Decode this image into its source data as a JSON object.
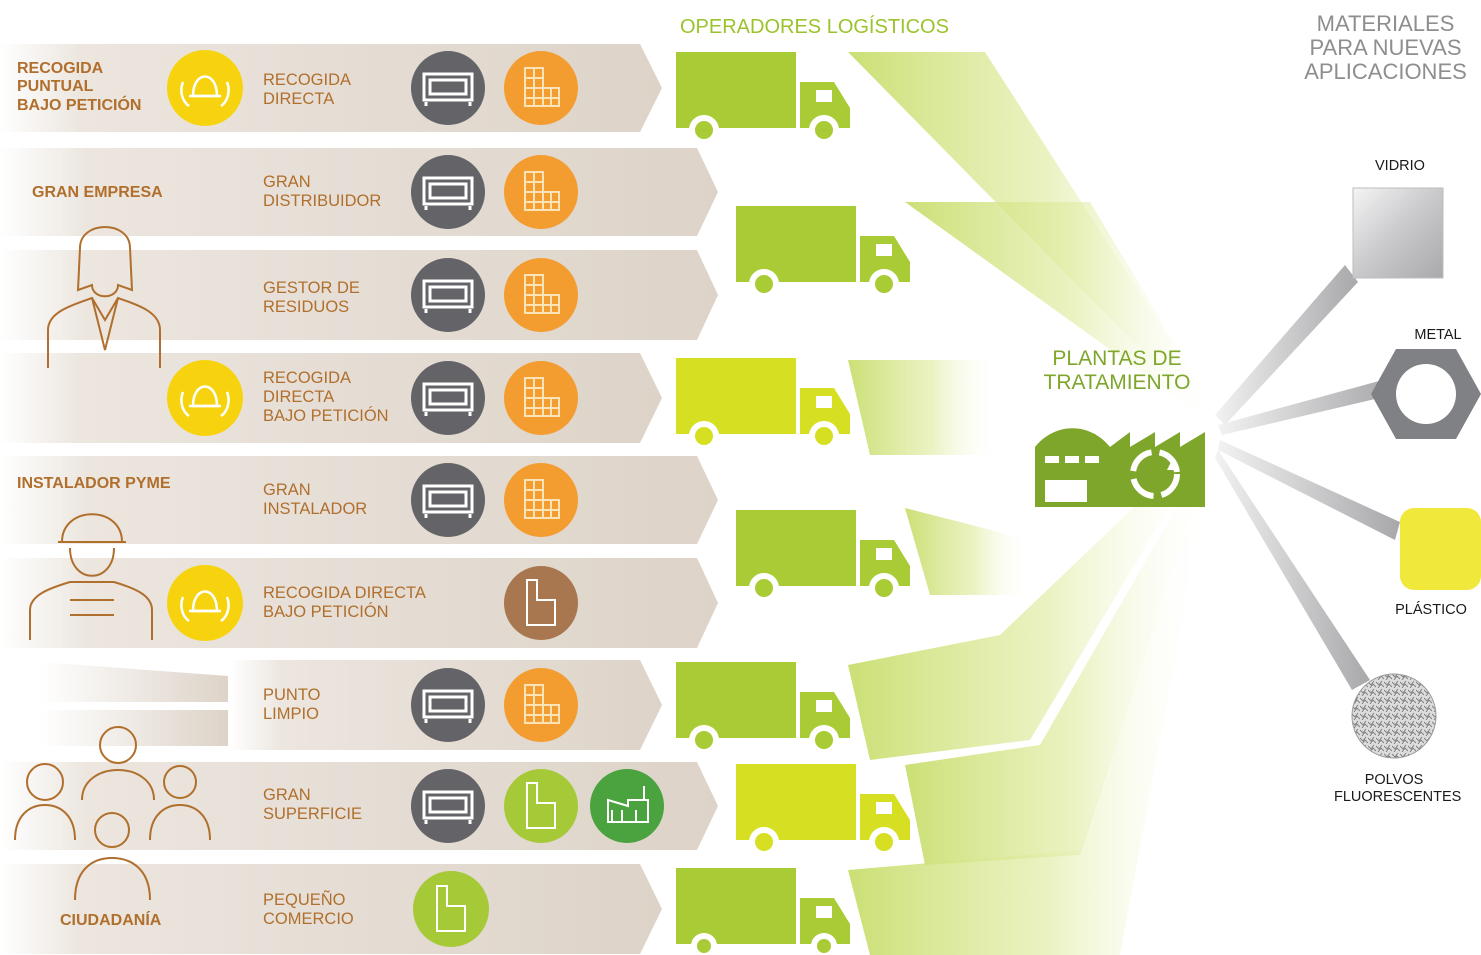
{
  "header": {
    "operators": "OPERADORES LOGÍSTICOS",
    "materials": "MATERIALES\nPARA NUEVAS\nAPLICACIONES"
  },
  "sources": [
    {
      "label": "RECOGIDA\nPUNTUAL\nBAJO PETICIÓN"
    },
    {
      "label": "GRAN EMPRESA"
    },
    {
      "label": "INSTALADOR PYME"
    },
    {
      "label": "CIUDADANÍA"
    }
  ],
  "channels": [
    {
      "label": "RECOGIDA\nDIRECTA"
    },
    {
      "label": "GRAN\nDISTRIBUIDOR"
    },
    {
      "label": "GESTOR DE\nRESIDUOS"
    },
    {
      "label": "RECOGIDA\nDIRECTA\nBAJO PETICIÓN"
    },
    {
      "label": "GRAN\nINSTALADOR"
    },
    {
      "label": "RECOGIDA DIRECTA\nBAJO PETICIÓN"
    },
    {
      "label": "PUNTO\nLIMPIO"
    },
    {
      "label": "GRAN\nSUPERFICIE"
    },
    {
      "label": "PEQUEÑO\nCOMERCIO"
    }
  ],
  "plant": {
    "label": "PLANTAS DE\nTRATAMIENTO"
  },
  "materials": [
    {
      "label": "VIDRIO"
    },
    {
      "label": "METAL"
    },
    {
      "label": "PLÁSTICO"
    },
    {
      "label": "POLVOS\nFLUORESCENTES"
    }
  ],
  "colors": {
    "brown": "#b06f2d",
    "band": "#ded5cb",
    "gray_icon": "#636368",
    "orange": "#f39d31",
    "yellow": "#f7d30f",
    "lime": "#a6c938",
    "green_dark": "#4aa33f",
    "brown_icon": "#a8774f",
    "truck_green": "#a9cc36",
    "truck_yellow": "#d7df23",
    "plant_green": "#7ea62b",
    "material_gray": "#808185",
    "plastic_yellow": "#f0e83a"
  }
}
